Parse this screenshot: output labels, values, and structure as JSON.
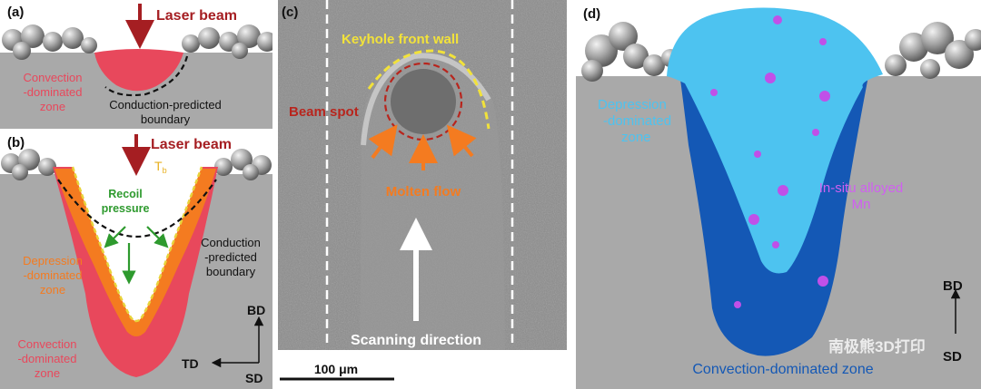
{
  "panel_a": {
    "label": "(a)",
    "laser": "Laser beam",
    "convection_1": "Convection",
    "convection_2": "-dominated",
    "convection_3": "zone",
    "conduction_1": "Conduction-predicted",
    "conduction_2": "boundary"
  },
  "panel_b": {
    "label": "(b)",
    "laser": "Laser beam",
    "tb": "T",
    "tb_sub": "b",
    "recoil_1": "Recoil",
    "recoil_2": "pressure",
    "depression_1": "Depression",
    "depression_2": "-dominated",
    "depression_3": "zone",
    "conduction_1": "Conduction",
    "conduction_2": "-predicted",
    "conduction_3": "boundary",
    "convection_1": "Convection",
    "convection_2": "-dominated",
    "convection_3": "zone",
    "axis_bd": "BD",
    "axis_td": "TD",
    "axis_sd": "SD"
  },
  "panel_c": {
    "label": "(c)",
    "keyhole": "Keyhole front wall",
    "beam_spot": "Beam spot",
    "molten_flow": "Molten flow",
    "scanning": "Scanning direction",
    "scale": "100 μm"
  },
  "panel_d": {
    "label": "(d)",
    "depression_1": "Depression",
    "depression_2": "-dominated",
    "depression_3": "zone",
    "insitu_1": "In-situ alloyed",
    "insitu_2": "Mn",
    "convection": "Convection-dominated zone",
    "axis_bd": "BD",
    "axis_sd": "SD",
    "watermark": "南极熊3D打印"
  },
  "colors": {
    "red": "#e8485c",
    "dark_red": "#a51e22",
    "orange": "#f47b20",
    "green": "#2e9a2e",
    "light_blue": "#4dc3f0",
    "dark_blue": "#1458b5",
    "purple": "#c050e8",
    "gray": "#a9a9a9"
  }
}
